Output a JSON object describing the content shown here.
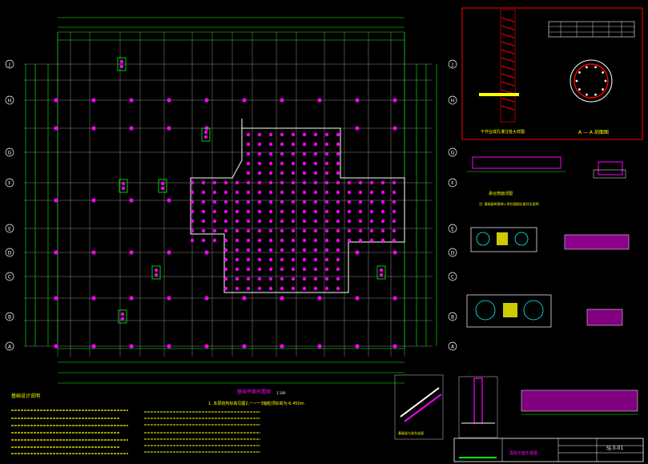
{
  "colors": {
    "background": "#000000",
    "grid": "#c8c8c8",
    "dimension": "#00ff00",
    "pile": "#ff00ff",
    "outline": "#ffffff",
    "frame": "#ff0000",
    "note": "#ffff00",
    "cap": "#ff00ff"
  },
  "grid_axes": {
    "left_labels": [
      "J",
      "H",
      "G",
      "F",
      "E",
      "D",
      "C",
      "B",
      "A"
    ],
    "right_labels": [
      "J",
      "H",
      "G",
      "F",
      "E",
      "D",
      "C",
      "B",
      "A"
    ]
  },
  "plan": {
    "scale_note": "1:100",
    "caption_note": "1. 本层结构标高见图2,一~一3轴桩顶标高为-6.450m."
  },
  "details": {
    "section_a_a": "A — A 剖面图",
    "pile_cap_caption": "承台剖面详图"
  },
  "title_block": {
    "drawing_no": "SJ-3-01"
  }
}
